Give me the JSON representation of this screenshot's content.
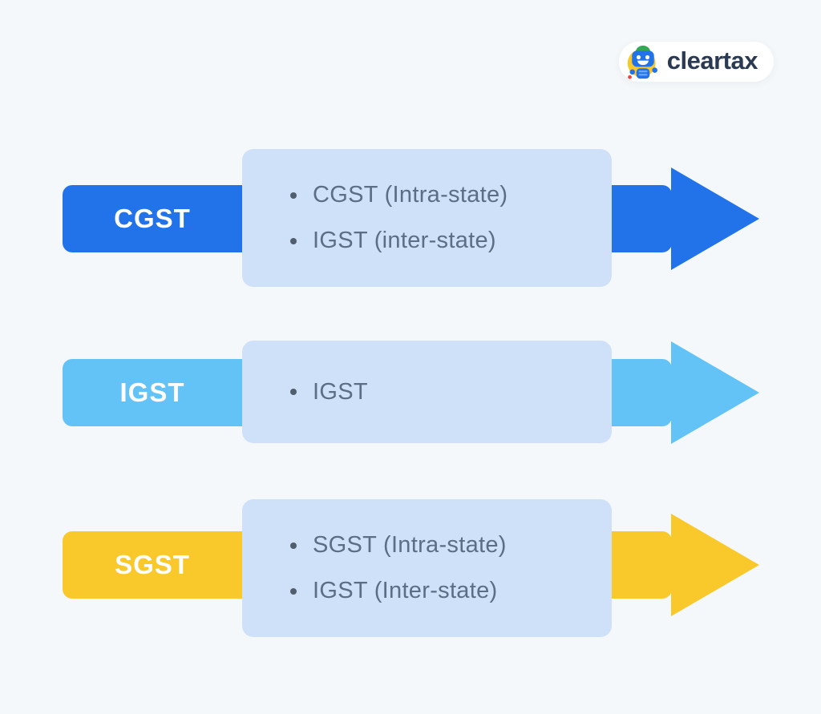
{
  "logo": {
    "text": "cleartax",
    "icon": "cleartax-robot-icon"
  },
  "rows": [
    {
      "id": "cgst",
      "label": "CGST",
      "arrow_color": "#2273ea",
      "items": [
        "CGST (Intra-state)",
        "IGST (inter-state)"
      ]
    },
    {
      "id": "igst",
      "label": "IGST",
      "arrow_color": "#63c2f6",
      "items": [
        "IGST"
      ]
    },
    {
      "id": "sgst",
      "label": "SGST",
      "arrow_color": "#f9c82b",
      "items": [
        "SGST (Intra-state)",
        "IGST (Inter-state)"
      ]
    }
  ],
  "colors": {
    "background": "#f5f8fa",
    "box_fill": "#cee1f8",
    "box_text": "#5c6d86",
    "label_text": "#ffffff",
    "logo_text": "#2a3a52",
    "logo_pill": "#ffffff",
    "robot_yellow": "#f9c82b",
    "robot_blue": "#2273ea",
    "robot_green": "#34a853"
  }
}
